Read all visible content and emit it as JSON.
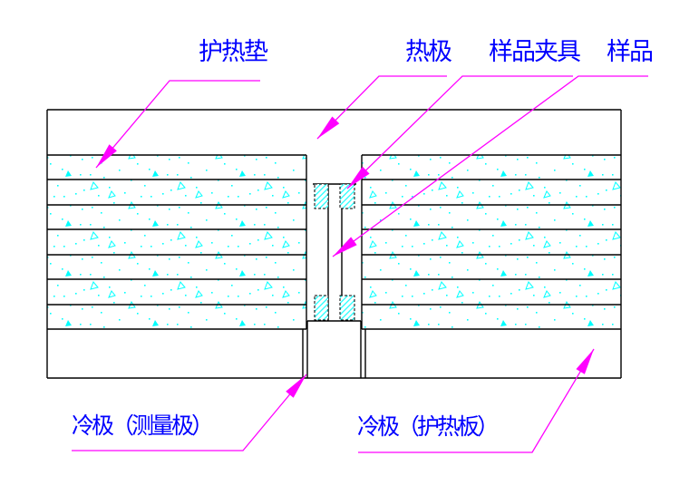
{
  "diagram": {
    "labels": {
      "guard_heat_pad": "护热垫",
      "hot_pole": "热极",
      "sample_clamp": "样品夹具",
      "sample": "样品",
      "cold_pole_measuring": "冷极（测量极）",
      "cold_pole_guard_plate": "冷极（护热板）"
    },
    "colors": {
      "label_text": "#0000ff",
      "leader_line": "#ff00ff",
      "texture": "#00ffff",
      "outline": "#000000",
      "background": "#ffffff"
    }
  }
}
